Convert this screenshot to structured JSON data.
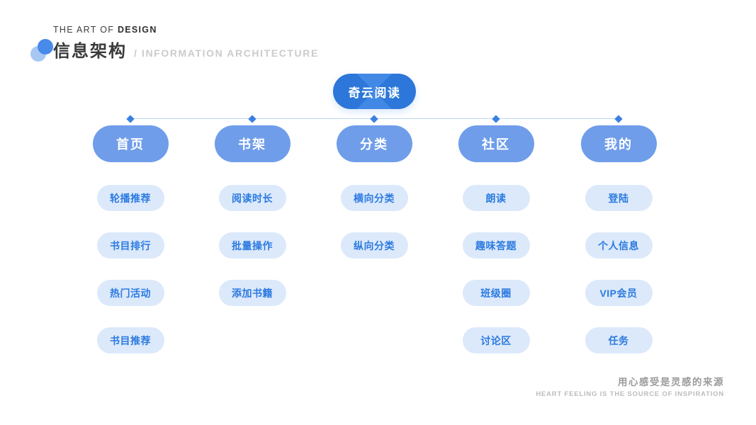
{
  "header": {
    "kicker_light": "THE ART OF ",
    "kicker_bold": "DESIGN",
    "title_cn": "信息架构",
    "title_en": "/ INFORMATION ARCHITECTURE"
  },
  "colors": {
    "root_blue": "#2e7de2",
    "category_blue": "#6f9dea",
    "leaf_bg": "#dce9fb",
    "leaf_text": "#2b7ae0",
    "line": "#bed5f2",
    "diamond": "#3a80e1"
  },
  "tree": {
    "root": {
      "label": "奇云阅读"
    },
    "columns": [
      {
        "label": "首页",
        "children": [
          "轮播推荐",
          "书目排行",
          "热门活动",
          "书目推荐"
        ]
      },
      {
        "label": "书架",
        "children": [
          "阅读时长",
          "批量操作",
          "添加书籍"
        ]
      },
      {
        "label": "分类",
        "children": [
          "横向分类",
          "纵向分类"
        ]
      },
      {
        "label": "社区",
        "children": [
          "朗读",
          "趣味答题",
          "班级圈",
          "讨论区"
        ]
      },
      {
        "label": "我的",
        "children": [
          "登陆",
          "个人信息",
          "VIP会员",
          "任务"
        ]
      }
    ]
  },
  "footer": {
    "line_cn": "用心感受是灵感的来源",
    "line_en": "HEART FEELING IS THE SOURCE OF INSPIRATION"
  }
}
